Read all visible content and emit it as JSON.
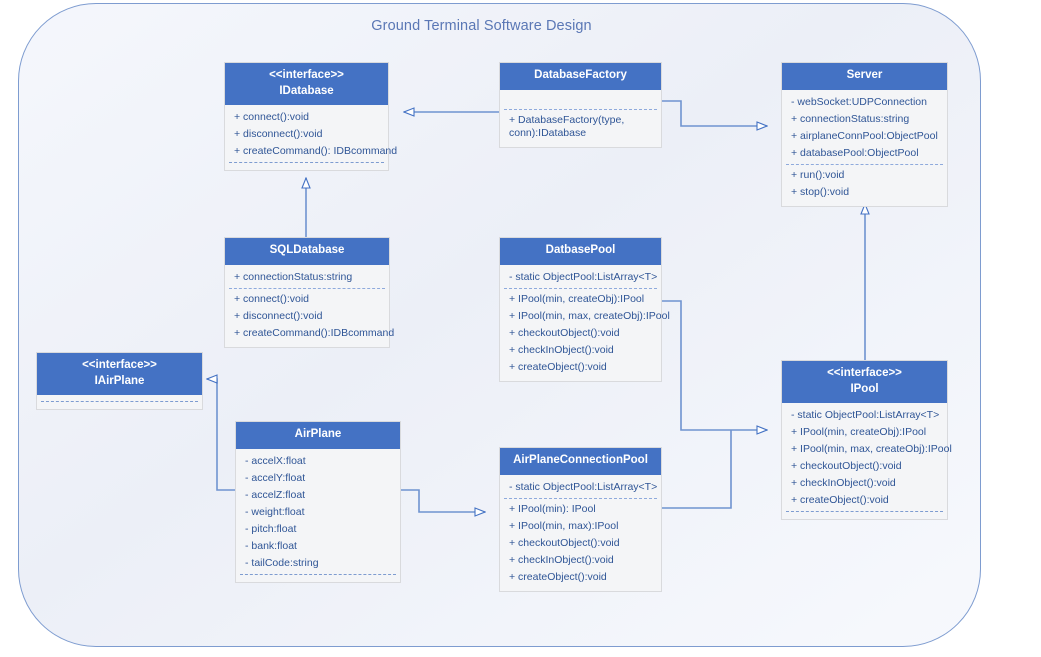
{
  "diagram": {
    "title": "Ground Terminal Software Design",
    "type": "uml-class-diagram",
    "accent_header_color": "#4472c4",
    "body_color": "#f4f5f7",
    "text_color": "#2f5596",
    "frame_border_color": "#7e9cd0",
    "title_color": "#5a77b5"
  },
  "classes": [
    {
      "id": "idatabase",
      "stereotype": "<<interface>>",
      "name": "IDatabase",
      "attributes": [],
      "methods": [
        "+ connect():void",
        "+ disconnect():void",
        "+ createCommand(): IDBcommand"
      ]
    },
    {
      "id": "dbfactory",
      "stereotype": "",
      "name": "DatabaseFactory",
      "attributes": [],
      "methods": [
        "+ DatabaseFactory(type, conn):IDatabase"
      ]
    },
    {
      "id": "server",
      "stereotype": "",
      "name": "Server",
      "attributes": [
        "- webSocket:UDPConnection",
        "+ connectionStatus:string",
        "+ airplaneConnPool:ObjectPool",
        "+ databasePool:ObjectPool"
      ],
      "methods": [
        "+ run():void",
        "+ stop():void"
      ]
    },
    {
      "id": "sqldatabase",
      "stereotype": "",
      "name": "SQLDatabase",
      "attributes": [
        "+ connectionStatus:string"
      ],
      "methods": [
        "+ connect():void",
        "+ disconnect():void",
        "+ createCommand():IDBcommand"
      ]
    },
    {
      "id": "dbpool",
      "stereotype": "",
      "name": "DatbasePool",
      "attributes": [
        "- static ObjectPool:ListArray<T>"
      ],
      "methods": [
        "+ IPool(min, createObj):IPool",
        "+ IPool(min, max, createObj):IPool",
        "+ checkoutObject():void",
        "+ checkInObject():void",
        "+ createObject():void"
      ]
    },
    {
      "id": "ipool",
      "stereotype": "<<interface>>",
      "name": "IPool",
      "attributes": [],
      "methods": [
        "- static ObjectPool:ListArray<T>",
        "+ IPool(min, createObj):IPool",
        "+ IPool(min, max, createObj):IPool",
        "+ checkoutObject():void",
        "+ checkInObject():void",
        "+ createObject():void"
      ]
    },
    {
      "id": "iairplane",
      "stereotype": "<<interface>>",
      "name": "IAirPlane",
      "attributes": [],
      "methods": []
    },
    {
      "id": "airplane",
      "stereotype": "",
      "name": "AirPlane",
      "attributes": [
        "- accelX:float",
        "- accelY:float",
        "- accelZ:float",
        "- weight:float",
        "- pitch:float",
        "- bank:float",
        "- tailCode:string"
      ],
      "methods": []
    },
    {
      "id": "acpool",
      "stereotype": "",
      "name": "AirPlaneConnectionPool",
      "attributes": [
        "- static ObjectPool:ListArray<T>"
      ],
      "methods": [
        "+ IPool(min): IPool",
        "+ IPool(min, max):IPool",
        "+ checkoutObject():void",
        "+ checkInObject():void",
        "+ createObject():void"
      ]
    }
  ],
  "connectors": [
    {
      "name": "dbfactory-to-idatabase",
      "from": "dbfactory",
      "to": "idatabase",
      "arrow": "hollow-triangle"
    },
    {
      "name": "dbfactory-to-server",
      "from": "dbfactory",
      "to": "server",
      "arrow": "hollow-triangle"
    },
    {
      "name": "sqldatabase-to-idatabase",
      "from": "sqldatabase",
      "to": "idatabase",
      "arrow": "hollow-triangle"
    },
    {
      "name": "ipool-to-server",
      "from": "ipool",
      "to": "server",
      "arrow": "hollow-triangle"
    },
    {
      "name": "dbpool-to-ipool",
      "from": "dbpool",
      "to": "ipool",
      "arrow": "hollow-triangle"
    },
    {
      "name": "acpool-to-ipool",
      "from": "acpool",
      "to": "ipool",
      "arrow": "hollow-triangle"
    },
    {
      "name": "airplane-to-iairplane",
      "from": "airplane",
      "to": "iairplane",
      "arrow": "hollow-triangle"
    },
    {
      "name": "airplane-to-acpool",
      "from": "airplane",
      "to": "acpool",
      "arrow": "hollow-triangle"
    }
  ]
}
